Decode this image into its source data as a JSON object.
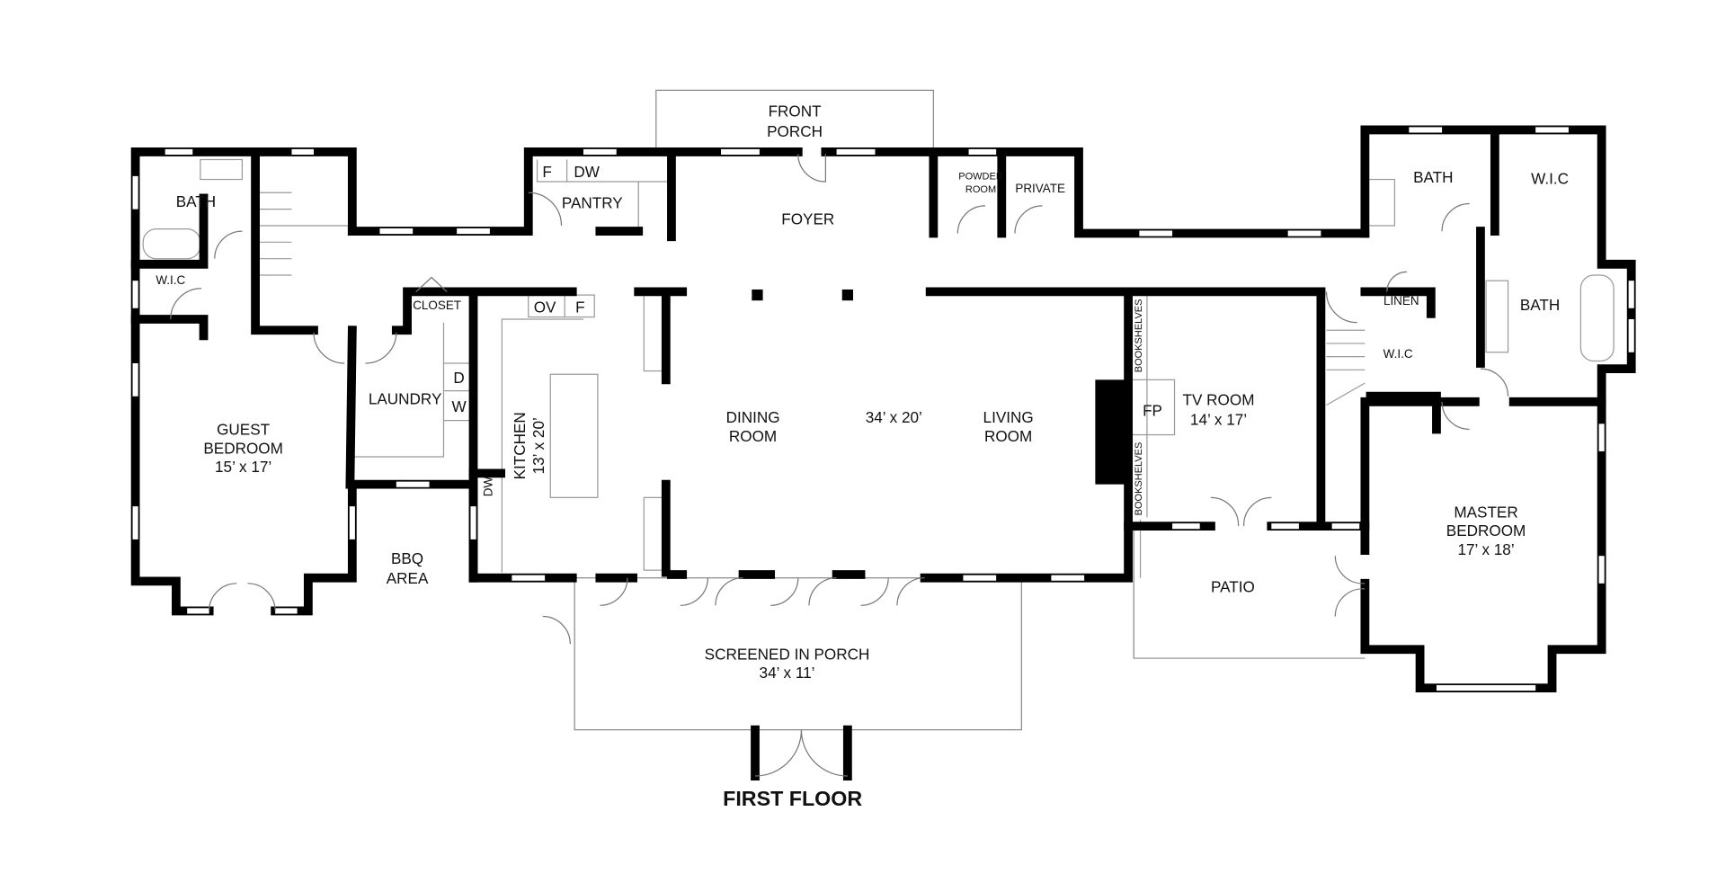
{
  "floor_title": "FIRST FLOOR",
  "rooms": {
    "front_porch": [
      "FRONT",
      "PORCH"
    ],
    "foyer": "FOYER",
    "pantry": "PANTRY",
    "pantry_f": "F",
    "pantry_dw": "DW",
    "powder_room": [
      "POWDER",
      "ROOM"
    ],
    "private": "PRIVATE",
    "guest_bath": "BATH",
    "guest_wic": "W.I.C",
    "closet": "CLOSET",
    "laundry": "LAUNDRY",
    "laundry_d": "D",
    "laundry_w": "W",
    "guest_bedroom": [
      "GUEST",
      "BEDROOM"
    ],
    "guest_bedroom_size": "15’ x 17’",
    "kitchen": "KITCHEN",
    "kitchen_size": "13’ x 20’",
    "kitchen_ov": "OV",
    "kitchen_f": "F",
    "kitchen_dw": "DW",
    "bbq": [
      "BBQ",
      "AREA"
    ],
    "dining": [
      "DINING",
      "ROOM"
    ],
    "great_room_size": "34’ x 20’",
    "living": [
      "LIVING",
      "ROOM"
    ],
    "bookshelves": "BOOKSHELVES",
    "fp": "FP",
    "tv_room": "TV ROOM",
    "tv_room_size": "14’ x 17’",
    "patio": "PATIO",
    "screened_porch": "SCREENED IN PORCH",
    "screened_porch_size": "34’ x 11’",
    "master_bath1": "BATH",
    "master_wic1": "W.I.C",
    "linen": "LINEN",
    "master_wic2": "W.I.C",
    "master_bath2": "BATH",
    "master_bedroom": [
      "MASTER",
      "BEDROOM"
    ],
    "master_bedroom_size": "17’ x 18’"
  }
}
